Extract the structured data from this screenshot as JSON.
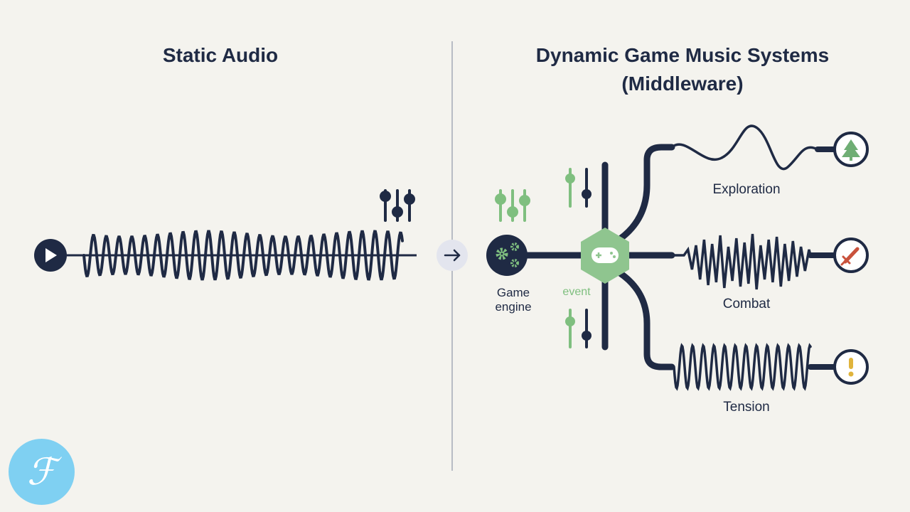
{
  "static_panel": {
    "title": "Static Audio"
  },
  "dynamic_panel": {
    "title_line1": "Dynamic Game Music Systems",
    "title_line2": "(Middleware)",
    "engine_label_line1": "Game",
    "engine_label_line2": "engine",
    "event_label": "event",
    "branches": [
      {
        "label": "Exploration",
        "icon": "tree-icon"
      },
      {
        "label": "Combat",
        "icon": "sword-icon"
      },
      {
        "label": "Tension",
        "icon": "exclamation-icon"
      }
    ]
  },
  "colors": {
    "background": "#f4f3ee",
    "dark": "#1f2a44",
    "green": "#7fbf7f",
    "divider": "#b8bcc4",
    "logo": "#7fd0f2"
  },
  "logo": {
    "glyph": "ℱ"
  }
}
